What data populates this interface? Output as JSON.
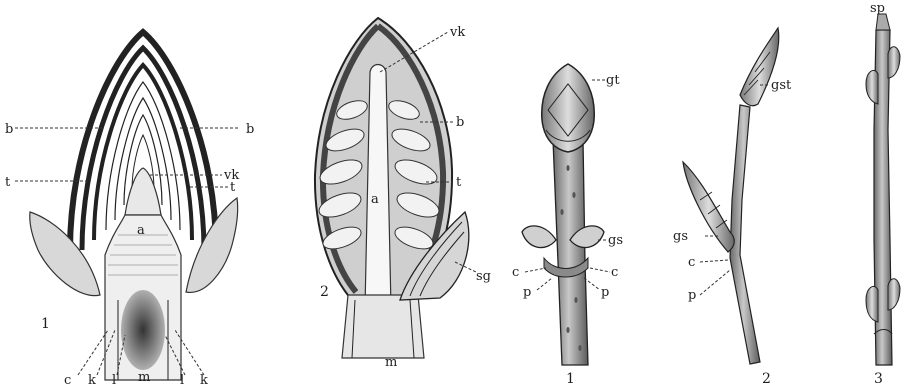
{
  "figure_1_longitudinal_section": {
    "labels": {
      "b_left": "b",
      "b_right": "b",
      "t_left": "t",
      "t_right": "t",
      "vk": "vk",
      "a": "a",
      "number": "1",
      "bottom": [
        "c",
        "k",
        "l",
        "m",
        "l",
        "k"
      ]
    }
  },
  "figure_2_longitudinal_section": {
    "labels": {
      "vk": "vk",
      "b": "b",
      "t": "t",
      "a": "a",
      "sg": "sg",
      "number": "2",
      "m": "m"
    }
  },
  "twig_1": {
    "labels": {
      "gt": "gt",
      "gs": "gs",
      "c_left": "c",
      "c_right": "c",
      "p_left": "p",
      "p_right": "p",
      "number": "1"
    }
  },
  "twig_2": {
    "labels": {
      "gst": "gst",
      "gs": "gs",
      "c": "c",
      "p": "p",
      "number": "2"
    }
  },
  "twig_3": {
    "labels": {
      "sp": "sp",
      "number": "3"
    }
  }
}
